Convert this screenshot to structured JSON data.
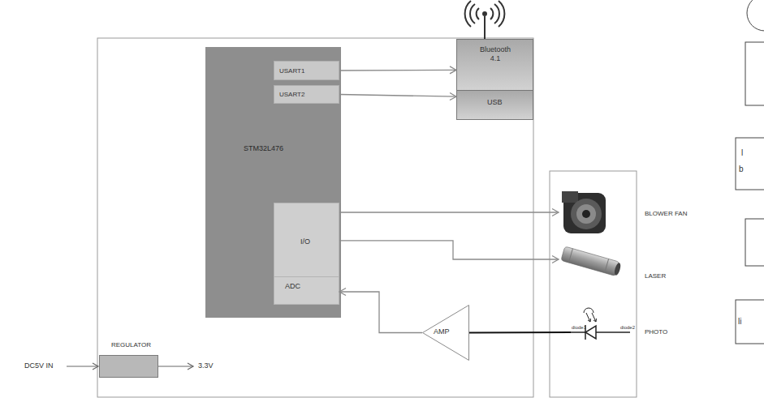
{
  "diagram": {
    "nodes": [
      {
        "text": [
          "STM32L476"
        ]
      },
      {
        "text": [
          "USART1"
        ],
        "in": 0
      },
      {
        "text": [
          "USART2"
        ],
        "in": 0
      },
      {
        "text": [
          "Bluetooth 4.1"
        ]
      },
      {
        "text": [
          "USB"
        ]
      },
      {
        "text": [
          "I/O"
        ],
        "in": 0
      },
      {
        "text": [
          "ADC"
        ],
        "in": 0
      },
      {
        "text": [
          "BLOWER FAN"
        ]
      },
      {
        "text": [
          "LASER"
        ]
      },
      {
        "text": [
          "AMP"
        ]
      },
      {
        "text": [
          "PHOTO"
        ]
      },
      {
        "text": [
          "REGULATOR"
        ]
      }
    ],
    "edges": [
      {
        "from": 1,
        "to": 3,
        "arrow": "to"
      },
      {
        "from": 2,
        "to": 4,
        "arrow": "to"
      },
      {
        "from": 5,
        "to": 7,
        "arrow": "to"
      },
      {
        "from": 5,
        "to": 8,
        "arrow": "to"
      },
      {
        "from": 9,
        "to": 6,
        "arrow": "to"
      },
      {
        "from": 10,
        "to": 9,
        "arrow": "none"
      }
    ],
    "labels": [
      "DC5V IN",
      "3.3V",
      "diode1",
      "diode2",
      "l",
      "b",
      "li"
    ]
  }
}
